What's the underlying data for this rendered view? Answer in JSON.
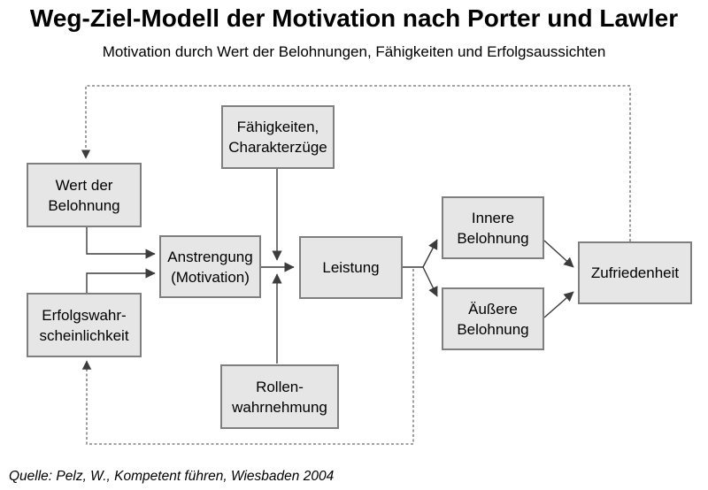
{
  "title": "Weg-Ziel-Modell der Motivation nach Porter und Lawler",
  "subtitle": "Motivation durch Wert der Belohnungen, Fähigkeiten und Erfolgsaussichten",
  "source": "Quelle: Pelz, W., Kompetent führen, Wiesbaden 2004",
  "colors": {
    "background": "#ffffff",
    "box_fill": "#e6e6e6",
    "box_border": "#7f7f7f",
    "solid_line": "#3c3c3c",
    "dashed_line": "#6b6b6b",
    "text": "#000000"
  },
  "nodes": {
    "faehigkeiten_charakterzuege": {
      "label": "Fähigkeiten,\nCharakterzüge"
    },
    "wert_der_belohnung": {
      "label": "Wert der\nBelohnung"
    },
    "anstrengung": {
      "label": "Anstrengung\n(Motivation)"
    },
    "erfolgswahrscheinlichkeit": {
      "label": "Erfolgswahr-\nscheinlichkeit"
    },
    "rollenwahrnehmung": {
      "label": "Rollen-\nwahrnehmung"
    },
    "leistung": {
      "label": "Leistung"
    },
    "innere_belohnung": {
      "label": "Innere\nBelohnung"
    },
    "aeussere_belohnung": {
      "label": "Äußere\nBelohnung"
    },
    "zufriedenheit": {
      "label": "Zufriedenheit"
    }
  },
  "edges": [
    {
      "from": "wert_der_belohnung",
      "to": "anstrengung",
      "style": "solid"
    },
    {
      "from": "erfolgswahrscheinlichkeit",
      "to": "anstrengung",
      "style": "solid"
    },
    {
      "from": "anstrengung",
      "to": "leistung",
      "style": "solid"
    },
    {
      "from": "faehigkeiten_charakterzuege",
      "to": "anstrengung_leistung_junction",
      "style": "solid"
    },
    {
      "from": "rollenwahrnehmung",
      "to": "anstrengung_leistung_junction",
      "style": "solid"
    },
    {
      "from": "leistung",
      "to": "innere_belohnung",
      "style": "solid"
    },
    {
      "from": "leistung",
      "to": "aeussere_belohnung",
      "style": "solid"
    },
    {
      "from": "innere_belohnung",
      "to": "zufriedenheit",
      "style": "solid"
    },
    {
      "from": "aeussere_belohnung",
      "to": "zufriedenheit",
      "style": "solid"
    },
    {
      "from": "zufriedenheit",
      "to": "wert_der_belohnung",
      "style": "dashed-feedback"
    },
    {
      "from": "leistung",
      "to": "erfolgswahrscheinlichkeit",
      "style": "dashed-feedback"
    }
  ]
}
